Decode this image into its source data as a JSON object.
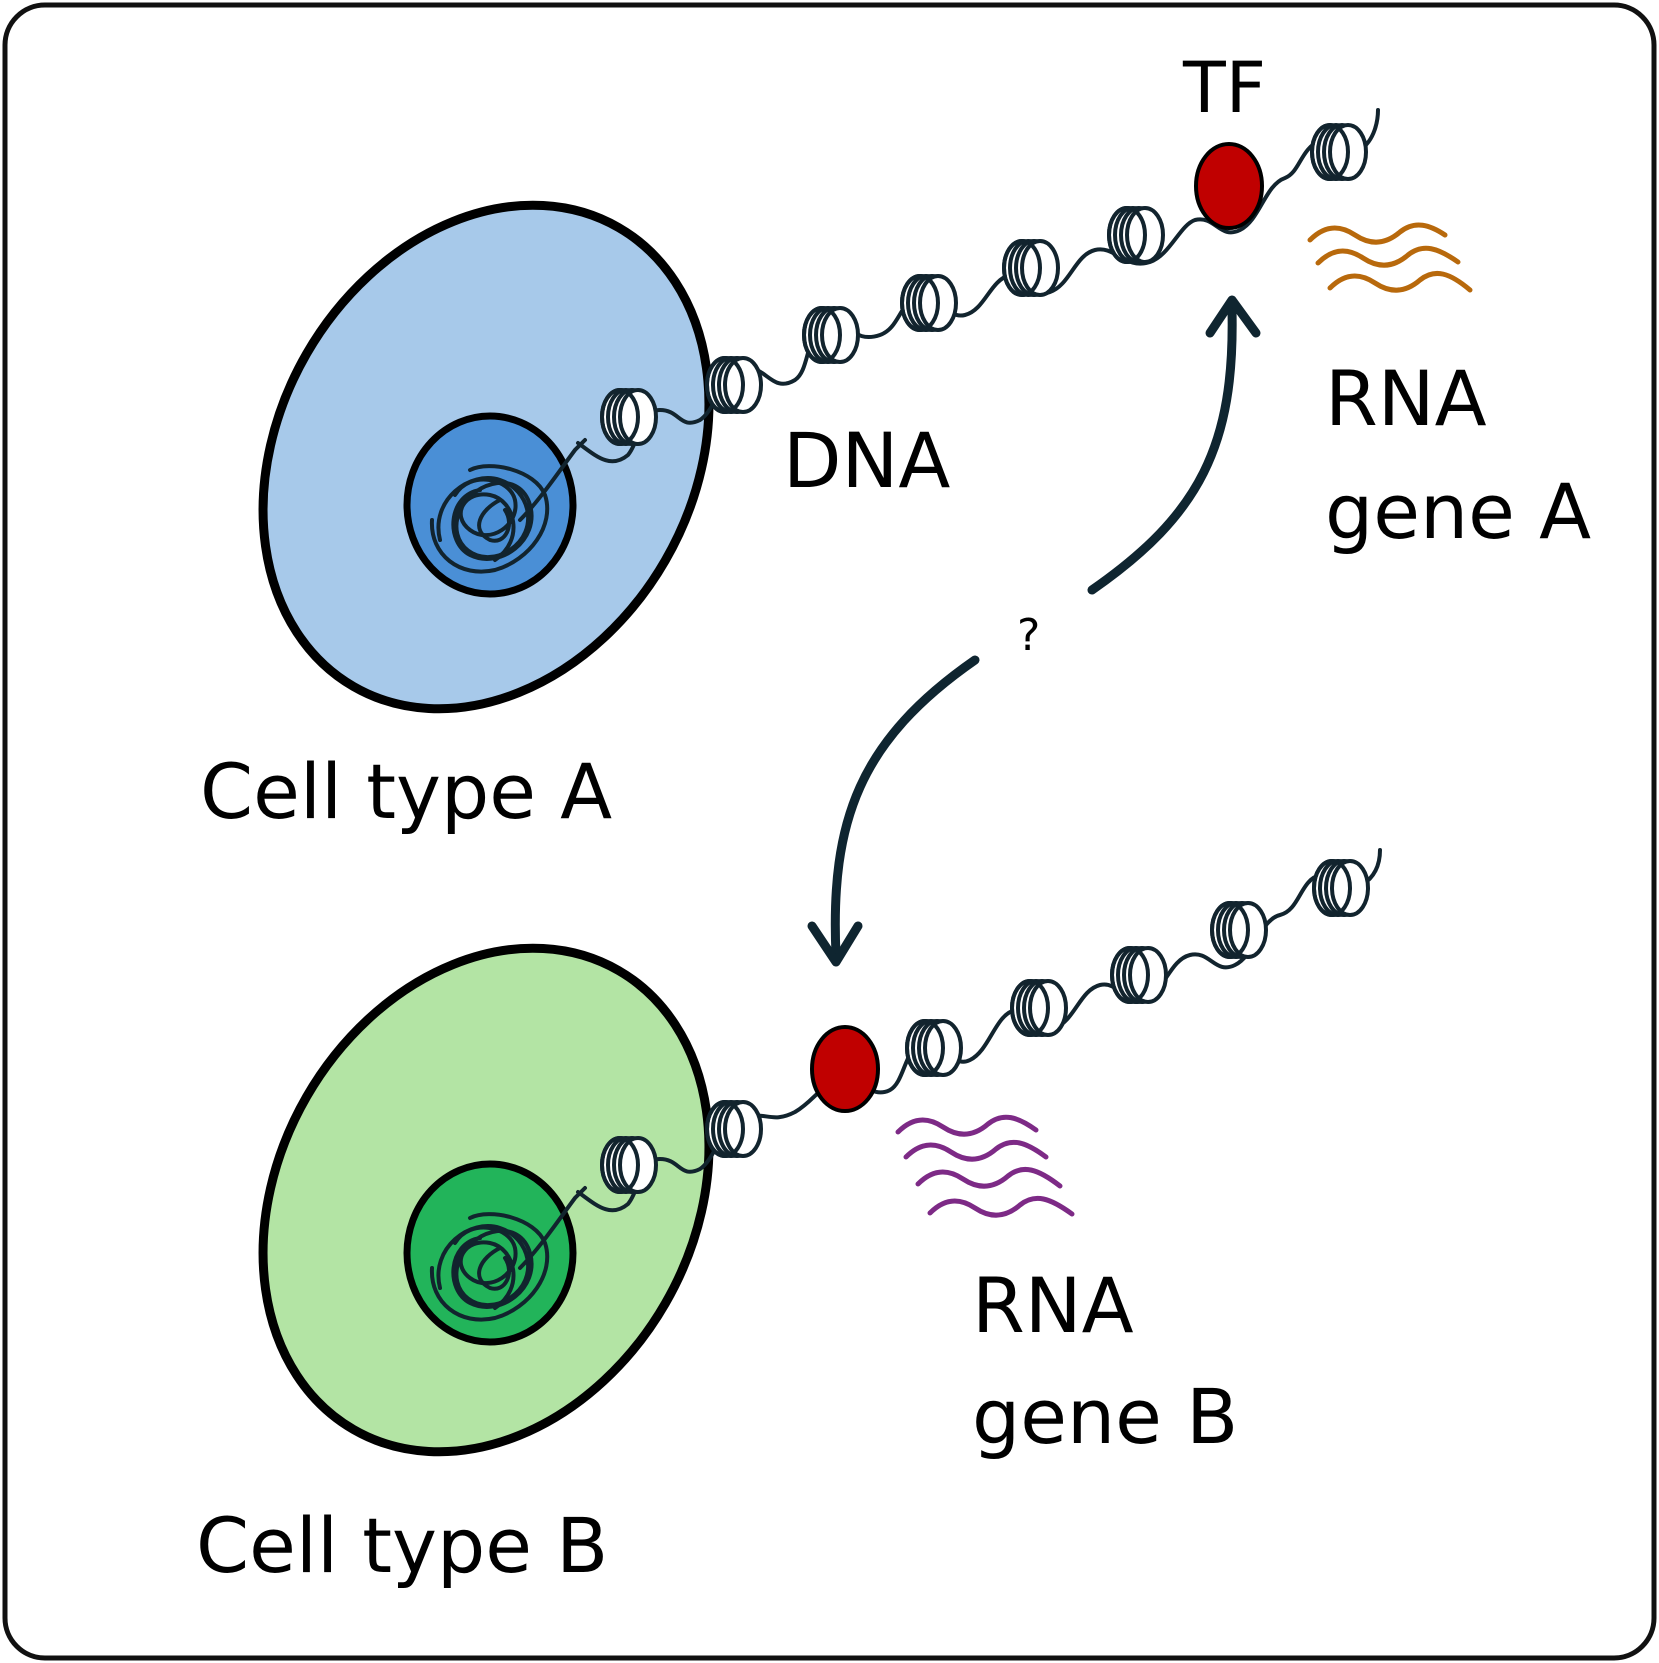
{
  "labels": {
    "tf": "TF",
    "dna": "DNA",
    "rna_a_line1": "RNA",
    "rna_a_line2": "gene A",
    "rna_b_line1": "RNA",
    "rna_b_line2": "gene B",
    "cell_a": "Cell type A",
    "cell_b": "Cell type B",
    "question": "?"
  },
  "colors": {
    "frame": "#111111",
    "cell_a_fill": "#a7c9ea",
    "cell_a_nucleus": "#4a8fd6",
    "cell_b_fill": "#b3e4a4",
    "cell_b_nucleus": "#22b45a",
    "dna_strand": "#12242e",
    "tf_fill": "#c00000",
    "rna_a": "#b8690c",
    "rna_b": "#7d2a86",
    "arrow": "#0f2530"
  },
  "icons": {
    "nucleosome": "nucleosome-coil-icon",
    "tf": "red-oval-icon",
    "rna": "wavy-line-icon"
  }
}
